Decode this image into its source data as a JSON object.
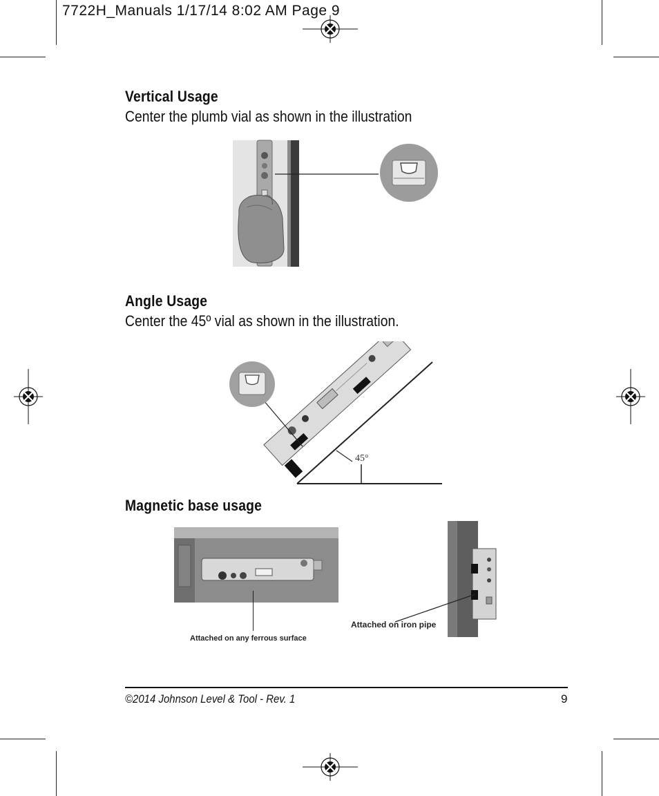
{
  "slug_line": "7722H_Manuals  1/17/14  8:02 AM  Page 9",
  "sections": [
    {
      "heading": "Vertical Usage",
      "text": "Center the plumb vial as shown in the illustration"
    },
    {
      "heading": "Angle Usage",
      "text": "Center the 45º vial as shown in the illustration.",
      "angle_label": "45°"
    },
    {
      "heading": "Magnetic base usage",
      "caption_left": "Attached on any ferrous surface",
      "caption_right": "Attached on iron pipe"
    }
  ],
  "footer": {
    "copyright": "©2014 Johnson Level & Tool - Rev. 1",
    "page_number": "9"
  },
  "icons": [
    "registration-mark-icon"
  ],
  "colors": {
    "ink": "#111111",
    "photo_gray": "#9a9a9a",
    "level_silver": "#d9d9d9"
  }
}
